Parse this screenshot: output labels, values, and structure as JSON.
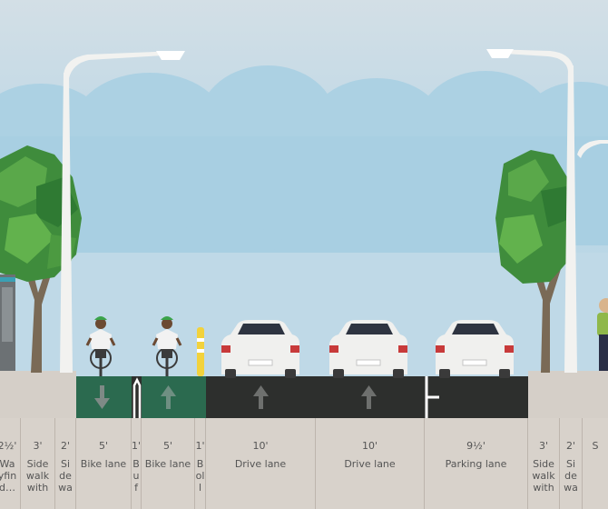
{
  "segments": [
    {
      "width": "2½'",
      "name": "Wa yfin d…"
    },
    {
      "width": "3'",
      "name": "Side walk with"
    },
    {
      "width": "2'",
      "name": "Si de wa"
    },
    {
      "width": "5'",
      "name": "Bike lane"
    },
    {
      "width": "1'",
      "name": "B u f"
    },
    {
      "width": "5'",
      "name": "Bike lane"
    },
    {
      "width": "1'",
      "name": "B ol l"
    },
    {
      "width": "10'",
      "name": "Drive lane"
    },
    {
      "width": "10'",
      "name": "Drive lane"
    },
    {
      "width": "9½'",
      "name": "Parking lane"
    },
    {
      "width": "3'",
      "name": "Side walk with"
    },
    {
      "width": "2'",
      "name": "Si de wa"
    },
    {
      "width": "",
      "name": "S"
    }
  ],
  "colors": {
    "bike_lane": "#2b6a4f",
    "drive_lane": "#2d2f2d",
    "sidewalk": "#d5cfc8",
    "car_body": "#f0f0ee",
    "tree_green": "#3f8c3c",
    "pole": "#f2f2f0"
  },
  "icons": [
    "arrow-down-icon",
    "arrow-up-icon",
    "cyclist-icon",
    "car-icon",
    "tree-icon",
    "streetlight-icon",
    "bollard-icon",
    "pedestrian-icon"
  ]
}
